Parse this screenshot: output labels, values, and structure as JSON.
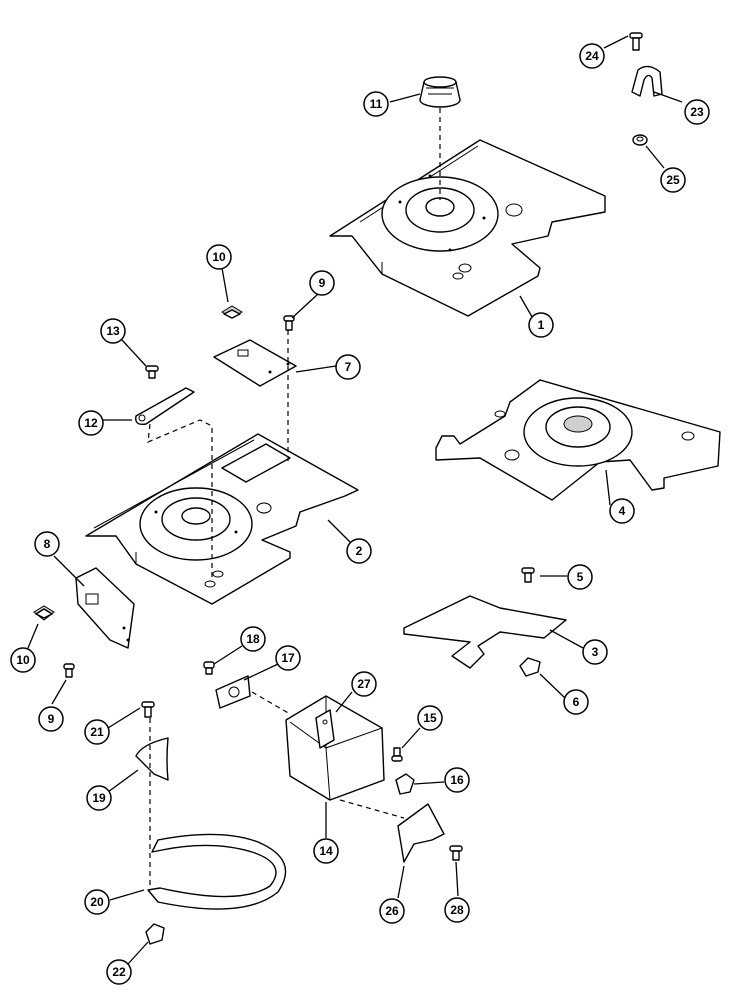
{
  "callouts": [
    {
      "id": "c1",
      "label": "1"
    },
    {
      "id": "c2",
      "label": "2"
    },
    {
      "id": "c3",
      "label": "3"
    },
    {
      "id": "c4",
      "label": "4"
    },
    {
      "id": "c5",
      "label": "5"
    },
    {
      "id": "c6",
      "label": "6"
    },
    {
      "id": "c7",
      "label": "7"
    },
    {
      "id": "c8",
      "label": "8"
    },
    {
      "id": "c9a",
      "label": "9"
    },
    {
      "id": "c9b",
      "label": "9"
    },
    {
      "id": "c10a",
      "label": "10"
    },
    {
      "id": "c10b",
      "label": "10"
    },
    {
      "id": "c11",
      "label": "11"
    },
    {
      "id": "c12",
      "label": "12"
    },
    {
      "id": "c13",
      "label": "13"
    },
    {
      "id": "c14",
      "label": "14"
    },
    {
      "id": "c15",
      "label": "15"
    },
    {
      "id": "c16",
      "label": "16"
    },
    {
      "id": "c17",
      "label": "17"
    },
    {
      "id": "c18",
      "label": "18"
    },
    {
      "id": "c19",
      "label": "19"
    },
    {
      "id": "c20",
      "label": "20"
    },
    {
      "id": "c21",
      "label": "21"
    },
    {
      "id": "c22",
      "label": "22"
    },
    {
      "id": "c23",
      "label": "23"
    },
    {
      "id": "c24",
      "label": "24"
    },
    {
      "id": "c25",
      "label": "25"
    },
    {
      "id": "c26",
      "label": "26"
    },
    {
      "id": "c27",
      "label": "27"
    },
    {
      "id": "c28",
      "label": "28"
    }
  ]
}
